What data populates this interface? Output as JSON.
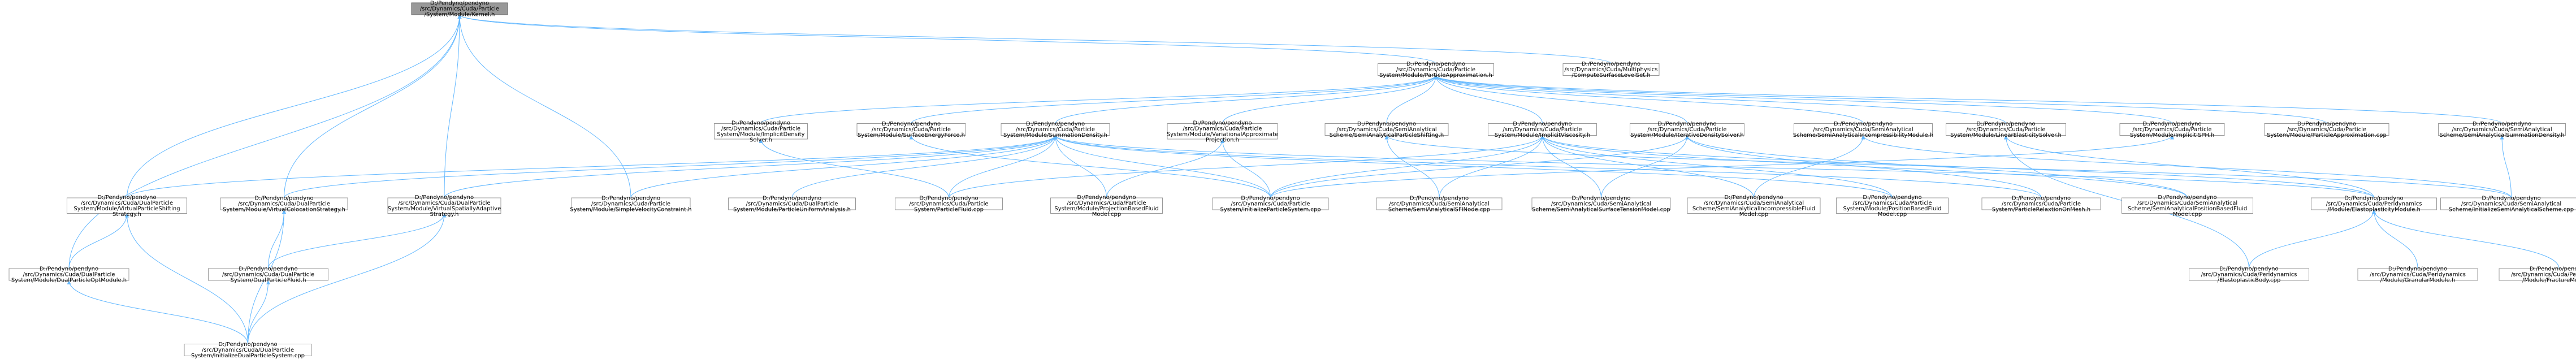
{
  "graph": {
    "accent_color": "#63b8ff",
    "node_border_color": "#999999",
    "root_fill_color": "#999999",
    "nodes": [
      {
        "id": "root",
        "lines": [
          "D:/Pendyno/pendyno",
          "/src/Dynamics/Cuda/Particle",
          "/System/Module/Kernel.h"
        ]
      },
      {
        "id": "pa",
        "lines": [
          "D:/Pendyno/pendyno",
          "/src/Dynamics/Cuda/Particle",
          "System/Module/ParticleApproximation.h"
        ]
      },
      {
        "id": "csls",
        "lines": [
          "D:/Pendyno/pendyno",
          "/src/Dynamics/Cuda/Multiphysics",
          "/ComputeSurfaceLevelSet.h"
        ]
      },
      {
        "id": "ids",
        "lines": [
          "D:/Pendyno/pendyno",
          "/src/Dynamics/Cuda/Particle",
          "System/Module/ImplicitDensity",
          "Solver.h"
        ]
      },
      {
        "id": "sef",
        "lines": [
          "D:/Pendyno/pendyno",
          "/src/Dynamics/Cuda/Particle",
          "System/Module/SurfaceEnergyForce.h"
        ]
      },
      {
        "id": "sd",
        "lines": [
          "D:/Pendyno/pendyno",
          "/src/Dynamics/Cuda/Particle",
          "System/Module/SummationDensity.h"
        ]
      },
      {
        "id": "vap",
        "lines": [
          "D:/Pendyno/pendyno",
          "/src/Dynamics/Cuda/Particle",
          "System/Module/VariationalApproximate",
          "Projection.h"
        ]
      },
      {
        "id": "sapsh",
        "lines": [
          "D:/Pendyno/pendyno",
          "/src/Dynamics/Cuda/SemiAnalytical",
          "Scheme/SemiAnalyticalParticleShifting.h"
        ]
      },
      {
        "id": "iv",
        "lines": [
          "D:/Pendyno/pendyno",
          "/src/Dynamics/Cuda/Particle",
          "System/Module/ImplicitViscosity.h"
        ]
      },
      {
        "id": "ids2",
        "lines": [
          "D:/Pendyno/pendyno",
          "/src/Dynamics/Cuda/Particle",
          "System/Module/IterativeDensitySolver.h"
        ]
      },
      {
        "id": "sainc",
        "lines": [
          "D:/Pendyno/pendyno",
          "/src/Dynamics/Cuda/SemiAnalytical",
          "Scheme/SemiAnalyticalIncompressibilityModule.h"
        ]
      },
      {
        "id": "lin",
        "lines": [
          "D:/Pendyno/pendyno",
          "/src/Dynamics/Cuda/Particle",
          "System/Module/LinearElasticitySolver.h"
        ]
      },
      {
        "id": "isph",
        "lines": [
          "D:/Pendyno/pendyno",
          "/src/Dynamics/Cuda/Particle",
          "System/Module/ImplicitISPH.h"
        ]
      },
      {
        "id": "pacpp",
        "lines": [
          "D:/Pendyno/pendyno",
          "/src/Dynamics/Cuda/Particle",
          "System/Module/ParticleApproximation.cpp"
        ]
      },
      {
        "id": "sasd",
        "lines": [
          "D:/Pendyno/pendyno",
          "/src/Dynamics/Cuda/SemiAnalytical",
          "Scheme/SemiAnalyticalSummationDensity.h"
        ]
      },
      {
        "id": "vsd",
        "lines": [
          "D:/Pendyno/pendyno",
          "/src/Dynamics/Cuda/DualParticle",
          "System/Module/VirtualParticleShifting",
          "Strategy.h"
        ]
      },
      {
        "id": "vcs",
        "lines": [
          "D:/Pendyno/pendyno",
          "/src/Dynamics/Cuda/DualParticle",
          "System/Module/VirtualColocationStrategy.h"
        ]
      },
      {
        "id": "vsas",
        "lines": [
          "D:/Pendyno/pendyno",
          "/src/Dynamics/Cuda/DualParticle",
          "System/Module/VirtualSpatiallyAdaptive",
          "Strategy.h"
        ]
      },
      {
        "id": "svc",
        "lines": [
          "D:/Pendyno/pendyno",
          "/src/Dynamics/Cuda/Particle",
          "System/Module/SimpleVelocityConstraint.h"
        ]
      },
      {
        "id": "pua",
        "lines": [
          "D:/Pendyno/pendyno",
          "/src/Dynamics/Cuda/DualParticle",
          "System/Module/ParticleUniformAnalysis.h"
        ]
      },
      {
        "id": "pfh",
        "lines": [
          "D:/Pendyno/pendyno",
          "/src/Dynamics/Cuda/Particle",
          "System/ParticleFluid.cpp"
        ]
      },
      {
        "id": "pbf",
        "lines": [
          "D:/Pendyno/pendyno",
          "/src/Dynamics/Cuda/Particle",
          "System/Module/ProjectionBasedFluid",
          "Model.cpp"
        ]
      },
      {
        "id": "ips",
        "lines": [
          "D:/Pendyno/pendyno",
          "/src/Dynamics/Cuda/Particle",
          "System/InitializeParticleSystem.cpp"
        ]
      },
      {
        "id": "sasfi",
        "lines": [
          "D:/Pendyno/pendyno",
          "/src/Dynamics/Cuda/SemiAnalytical",
          "Scheme/SemiAnalyticalSFINode.cpp"
        ]
      },
      {
        "id": "sastm",
        "lines": [
          "D:/Pendyno/pendyno",
          "/src/Dynamics/Cuda/SemiAnalytical",
          "Scheme/SemiAnalyticalSurfaceTensionModel.cpp"
        ]
      },
      {
        "id": "saipf",
        "lines": [
          "D:/Pendyno/pendyno",
          "/src/Dynamics/Cuda/SemiAnalytical",
          "Scheme/SemiAnalyticalIncompressibleFluid",
          "Model.cpp"
        ]
      },
      {
        "id": "pbfm",
        "lines": [
          "D:/Pendyno/pendyno",
          "/src/Dynamics/Cuda/Particle",
          "System/Module/PositionBasedFluid",
          "Model.cpp"
        ]
      },
      {
        "id": "prom",
        "lines": [
          "D:/Pendyno/pendyno",
          "/src/Dynamics/Cuda/Particle",
          "System/ParticleRelaxtionOnMesh.h"
        ]
      },
      {
        "id": "sapbf",
        "lines": [
          "D:/Pendyno/pendyno",
          "/src/Dynamics/Cuda/SemiAnalytical",
          "Scheme/SemiAnalyticalPositionBasedFluid",
          "Model.cpp"
        ]
      },
      {
        "id": "pem",
        "lines": [
          "D:/Pendyno/pendyno",
          "/src/Dynamics/Cuda/Peridynamics",
          "/Module/ElastoplasticityModule.h"
        ]
      },
      {
        "id": "isas",
        "lines": [
          "D:/Pendyno/pendyno",
          "/src/Dynamics/Cuda/SemiAnalytical",
          "Scheme/InitializeSemiAnalyticalScheme.cpp"
        ]
      },
      {
        "id": "dpo",
        "lines": [
          "D:/Pendyno/pendyno",
          "/src/Dynamics/Cuda/DualParticle",
          "System/Module/DualParticleOptModule.h"
        ]
      },
      {
        "id": "dpf",
        "lines": [
          "D:/Pendyno/pendyno",
          "/src/Dynamics/Cuda/DualParticle",
          "System/DualParticleFluid.h"
        ]
      },
      {
        "id": "peb",
        "lines": [
          "D:/Pendyno/pendyno",
          "/src/Dynamics/Cuda/Peridynamics",
          "/ElastoplasticBody.cpp"
        ]
      },
      {
        "id": "pgm",
        "lines": [
          "D:/Pendyno/pendyno",
          "/src/Dynamics/Cuda/Peridynamics",
          "/Module/GranularModule.h"
        ]
      },
      {
        "id": "pfm",
        "lines": [
          "D:/Pendyno/pendyno",
          "/src/Dynamics/Cuda/Peridynamics",
          "/Module/FractureModule.h"
        ]
      },
      {
        "id": "idps",
        "lines": [
          "D:/Pendyno/pendyno",
          "/src/Dynamics/Cuda/DualParticle",
          "System/InitializeDualParticleSystem.cpp"
        ]
      }
    ]
  }
}
